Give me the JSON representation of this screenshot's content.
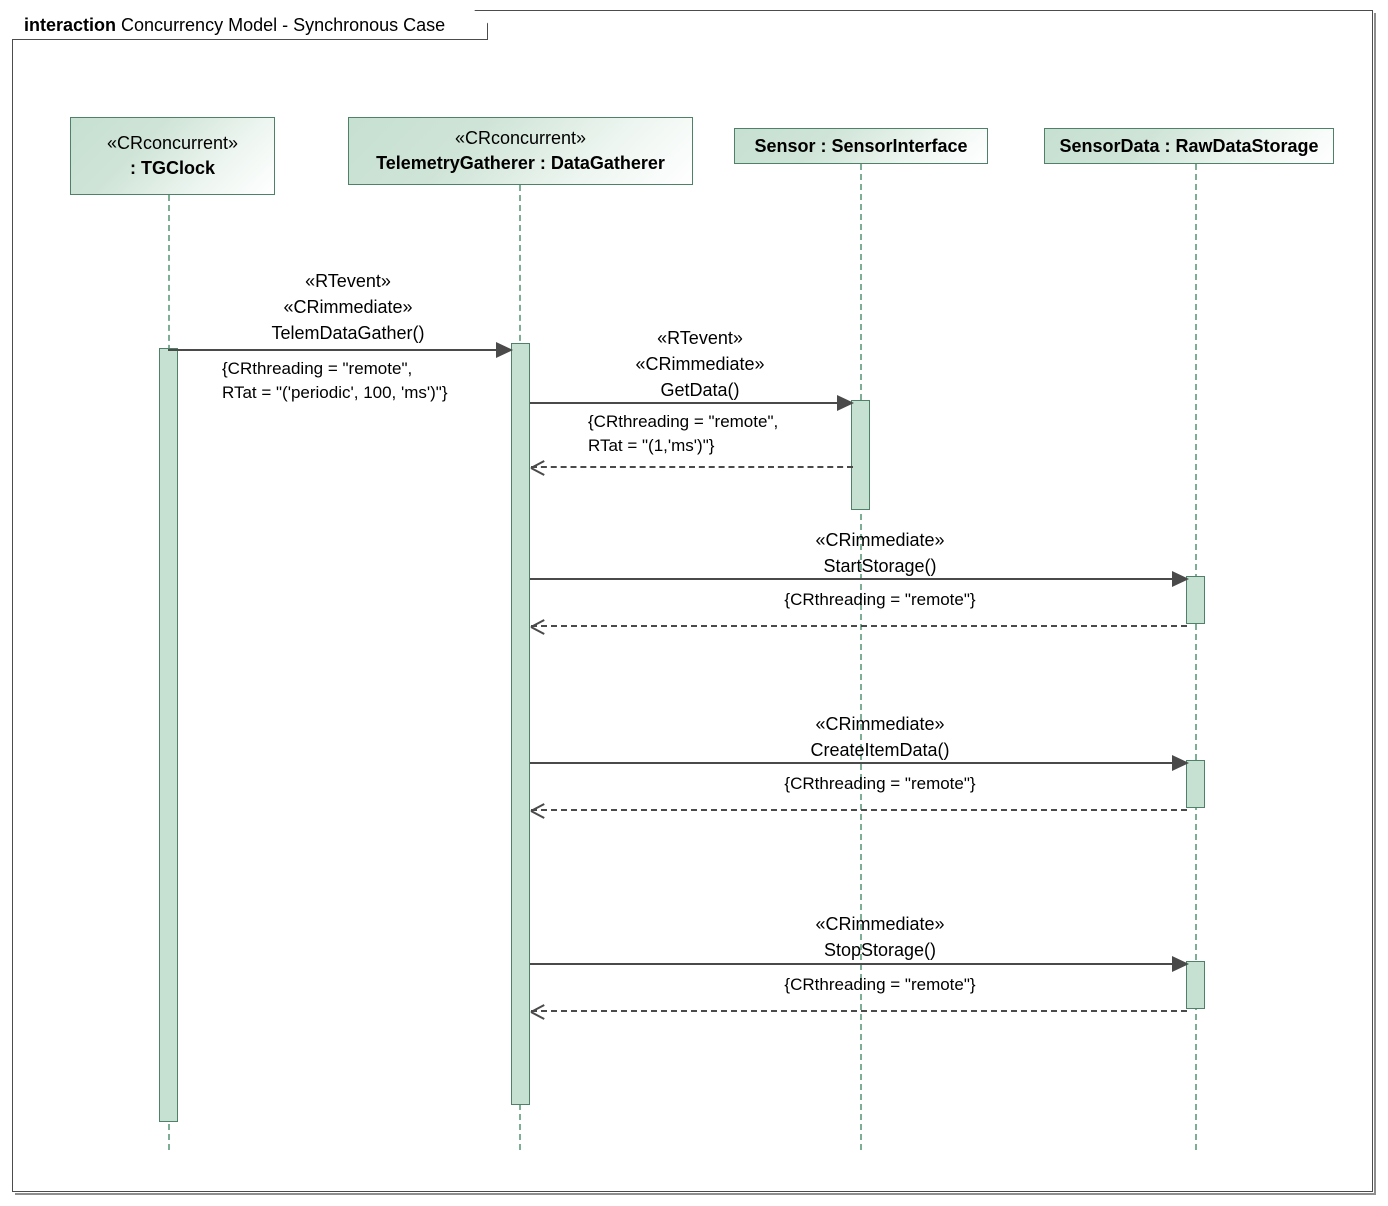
{
  "frame": {
    "keyword": "interaction",
    "title": "Concurrency Model - Synchronous Case"
  },
  "lifelines": [
    {
      "id": "tgclock",
      "stereotype": "«CRconcurrent»",
      "name": ": TGClock"
    },
    {
      "id": "datagatherer",
      "stereotype": "«CRconcurrent»",
      "name": "TelemetryGatherer : DataGatherer"
    },
    {
      "id": "sensor",
      "stereotype": "",
      "name": "Sensor : SensorInterface"
    },
    {
      "id": "sensordata",
      "stereotype": "",
      "name": "SensorData : RawDataStorage"
    }
  ],
  "messages": [
    {
      "id": "telemdatagather",
      "from": "tgclock",
      "to": "datagatherer",
      "kind": "call",
      "stereotypes": [
        "«RTevent»",
        "«CRimmediate»"
      ],
      "name": "TelemDataGather()",
      "constraint": [
        "{CRthreading = \"remote\",",
        "RTat = \"('periodic', 100, 'ms')\"}"
      ]
    },
    {
      "id": "getdata",
      "from": "datagatherer",
      "to": "sensor",
      "kind": "call",
      "stereotypes": [
        "«RTevent»",
        "«CRimmediate»"
      ],
      "name": "GetData()",
      "constraint": [
        "{CRthreading = \"remote\",",
        "RTat = \"(1,'ms')\"}"
      ]
    },
    {
      "id": "getdata-return",
      "from": "sensor",
      "to": "datagatherer",
      "kind": "return",
      "stereotypes": [],
      "name": "",
      "constraint": []
    },
    {
      "id": "startstorage",
      "from": "datagatherer",
      "to": "sensordata",
      "kind": "call",
      "stereotypes": [
        "«CRimmediate»"
      ],
      "name": "StartStorage()",
      "constraint": [
        "{CRthreading = \"remote\"}"
      ]
    },
    {
      "id": "startstorage-return",
      "from": "sensordata",
      "to": "datagatherer",
      "kind": "return",
      "stereotypes": [],
      "name": "",
      "constraint": []
    },
    {
      "id": "createitemdata",
      "from": "datagatherer",
      "to": "sensordata",
      "kind": "call",
      "stereotypes": [
        "«CRimmediate»"
      ],
      "name": "CreateItemData()",
      "constraint": [
        "{CRthreading = \"remote\"}"
      ]
    },
    {
      "id": "createitemdata-return",
      "from": "sensordata",
      "to": "datagatherer",
      "kind": "return",
      "stereotypes": [],
      "name": "",
      "constraint": []
    },
    {
      "id": "stopstorage",
      "from": "datagatherer",
      "to": "sensordata",
      "kind": "call",
      "stereotypes": [
        "«CRimmediate»"
      ],
      "name": "StopStorage()",
      "constraint": [
        "{CRthreading = \"remote\"}"
      ]
    },
    {
      "id": "stopstorage-return",
      "from": "sensordata",
      "to": "datagatherer",
      "kind": "return",
      "stereotypes": [],
      "name": "",
      "constraint": []
    }
  ],
  "colors": {
    "lifeline_fill": "#c6e0d1",
    "lifeline_border": "#4f8168",
    "lifeline_dash": "#7fae96",
    "message_line": "#4a4a4a",
    "frame_border": "#4c4c4c"
  }
}
